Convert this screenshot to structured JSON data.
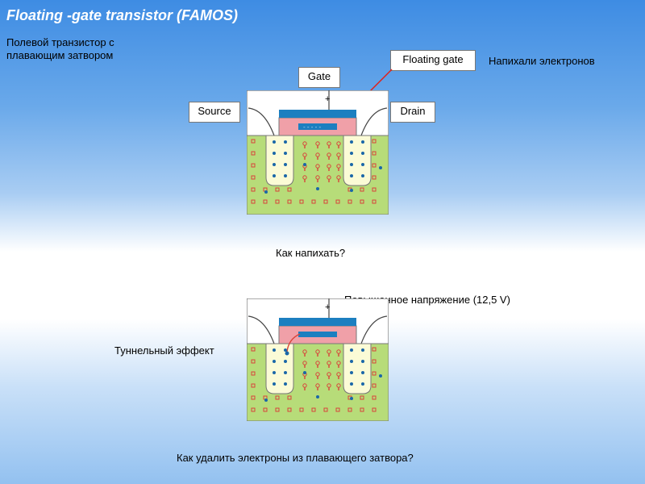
{
  "title": "Floating -gate transistor (FAMOS)",
  "subtitle": "Полевой транзистор с плавающим затвором",
  "labels": {
    "gate": "Gate",
    "source": "Source",
    "drain": "Drain",
    "floating_gate": "Floating gate"
  },
  "annotations": {
    "electrons_written": "Напихали электронов",
    "how_to_write": "Как напихать?",
    "high_voltage": "Повышенное напряжение (12,5 V)",
    "tunnel_effect": "Туннельный эффект",
    "how_to_erase": "Как удалить электроны из плавающего затвора?"
  },
  "symbols": {
    "plus": "+",
    "plus2": "+"
  },
  "colors": {
    "substrate": "#b7dc79",
    "well": "#fbfbd6",
    "oxide": "#f0a0a8",
    "gate": "#1c7fc0",
    "electron": "#1a67a8",
    "hole": "#d9433a"
  }
}
